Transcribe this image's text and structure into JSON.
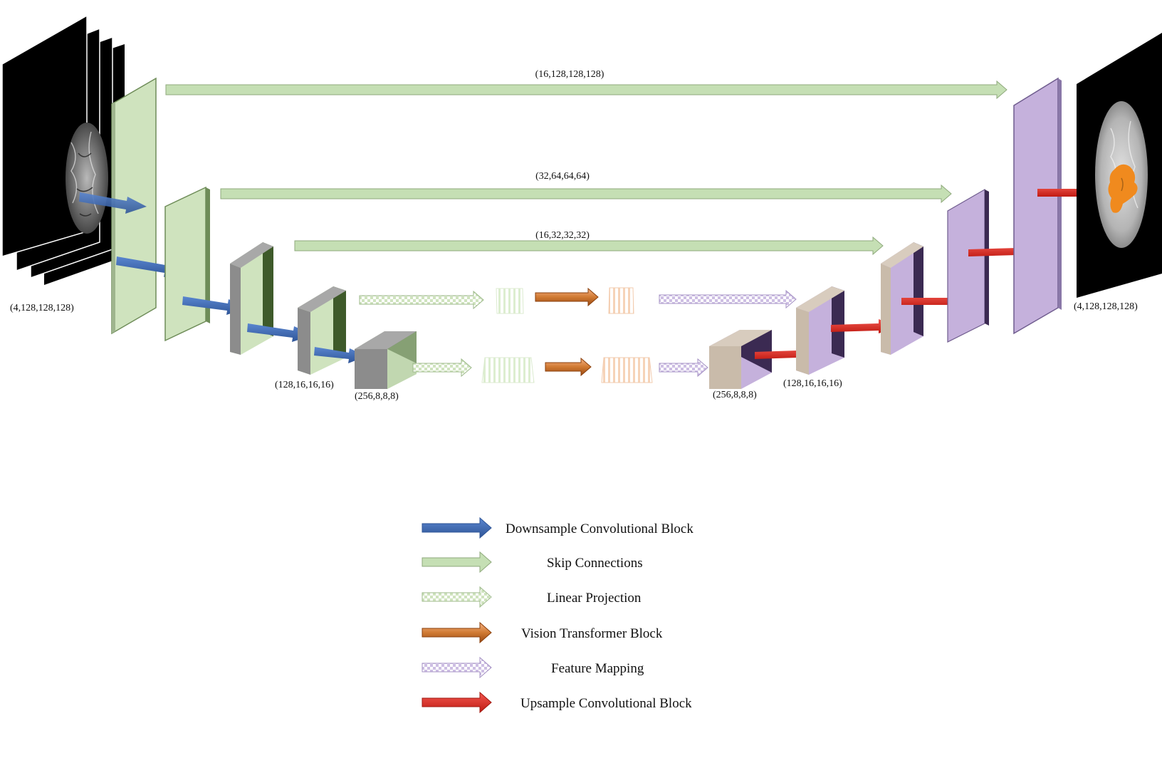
{
  "diagram": {
    "input_label": "(4,128,128,128)",
    "output_label": "(4,128,128,128)",
    "skip_labels": [
      "(16,128,128,128)",
      "(32,64,64,64)",
      "(16,32,32,32)"
    ],
    "encoder_labels": [
      "(128,16,16,16)",
      "(256,8,8,8)"
    ],
    "decoder_labels": [
      "(256,8,8,8)",
      "(128,16,16,16)"
    ]
  },
  "legend": {
    "items": [
      {
        "id": "downsample",
        "label": "Downsample Convolutional Block",
        "color": "#4472C4"
      },
      {
        "id": "skip",
        "label": "Skip Connections",
        "color": "#C5DFB4"
      },
      {
        "id": "linear",
        "label": "Linear Projection",
        "color": "#D7E9C8"
      },
      {
        "id": "vit",
        "label": "Vision Transformer Block",
        "color": "#C65911"
      },
      {
        "id": "feature",
        "label": "Feature Mapping",
        "color": "#C9B8E0"
      },
      {
        "id": "upsample",
        "label": "Upsample Convolutional Block",
        "color": "#E0261E"
      }
    ]
  },
  "colors": {
    "encoder_green": "#CFE3BE",
    "encoder_dark": "#3E5A2A",
    "gray_block": "#8C8C8C",
    "decoder_purple": "#C5B1DC",
    "decoder_dark": "#3B2A52",
    "decoder_tan": "#C9BBAA",
    "tumor_orange": "#F08A1E"
  }
}
